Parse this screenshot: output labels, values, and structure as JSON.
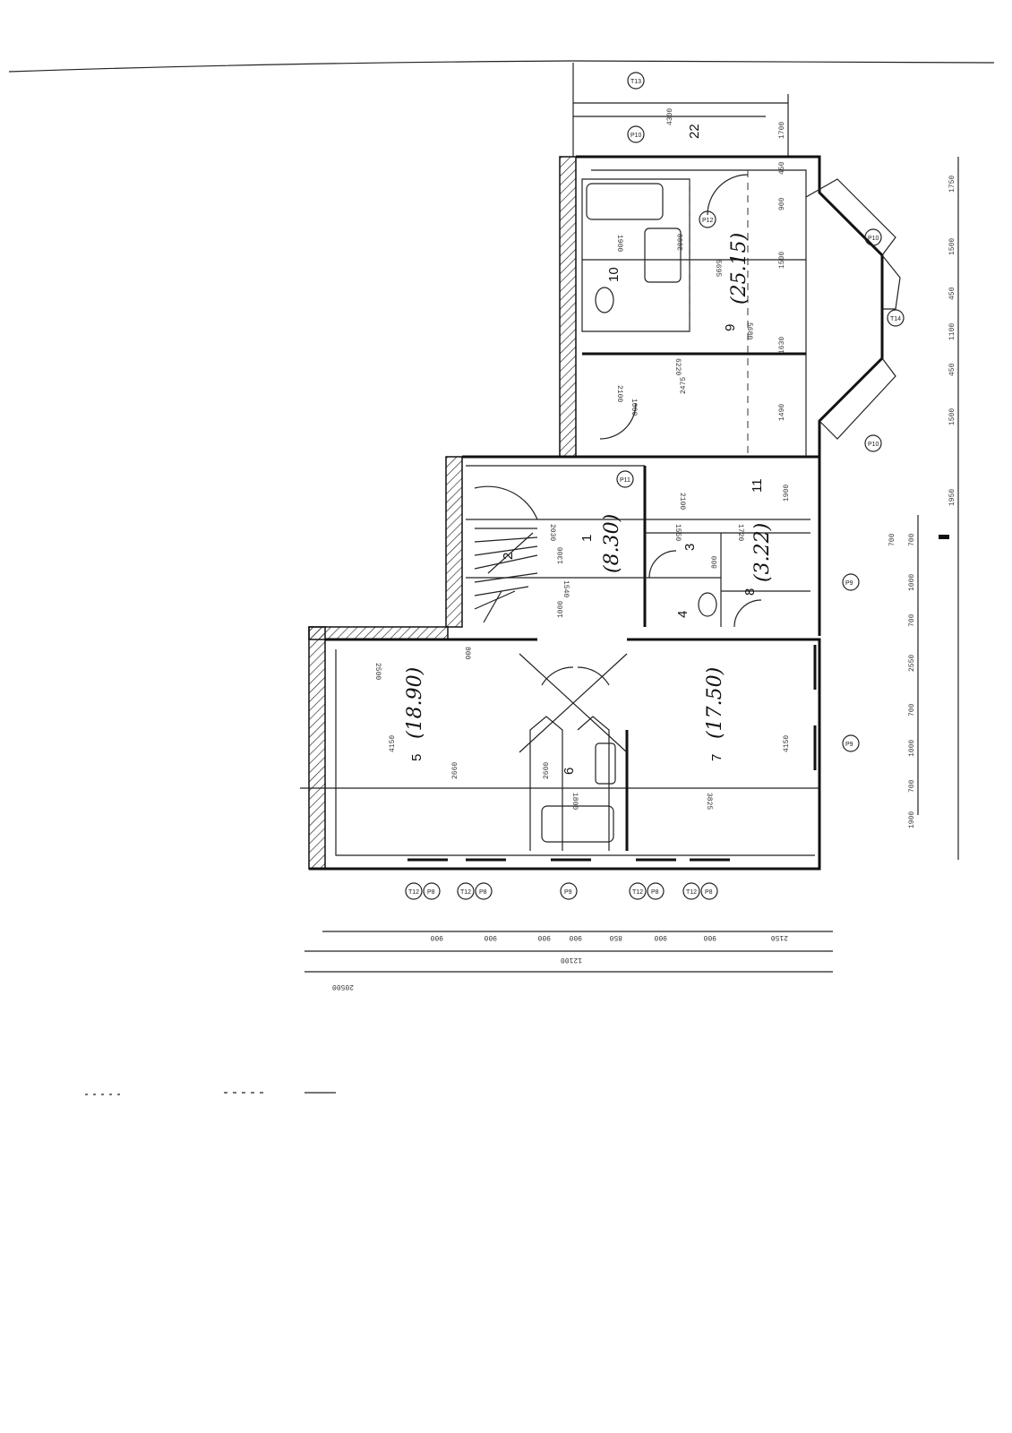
{
  "rooms": {
    "r22": "22",
    "r10": "10",
    "r9": "9",
    "r9_area": "(25.15)",
    "r11": "11",
    "r1": "1",
    "r1_area": "(8.30)",
    "r2": "2",
    "r3": "3",
    "r8": "8",
    "r8_area": "(3.22)",
    "r4": "4",
    "r5": "5",
    "r5_area": "(18.90)",
    "r6": "6",
    "r7": "7",
    "r7_area": "(17.50)"
  },
  "dimensions": {
    "top": [
      "4300",
      "1700",
      "450",
      "900",
      "1500",
      "6220",
      "5695",
      "1630",
      "2475",
      "1490",
      "3000",
      "1900",
      "2100",
      "1000",
      "5680"
    ],
    "middle": [
      "2030",
      "1550",
      "1720",
      "1900",
      "1300",
      "1540",
      "1000",
      "800",
      "2100",
      "700"
    ],
    "bottom": [
      "2500",
      "800",
      "4150",
      "2660",
      "1800",
      "3825",
      "4150",
      "2600"
    ],
    "right": [
      "1750",
      "1500",
      "450",
      "1100",
      "450",
      "1500",
      "1950",
      "700",
      "1000",
      "700",
      "2550",
      "700",
      "1000",
      "700",
      "1900"
    ],
    "bottom_chain": [
      "900",
      "900",
      "900",
      "850",
      "900",
      "900",
      "900",
      "2150",
      "12100",
      "20500"
    ],
    "window_tags": [
      "P8",
      "P9",
      "P10",
      "P11",
      "P12",
      "T12",
      "T13",
      "T14"
    ]
  }
}
